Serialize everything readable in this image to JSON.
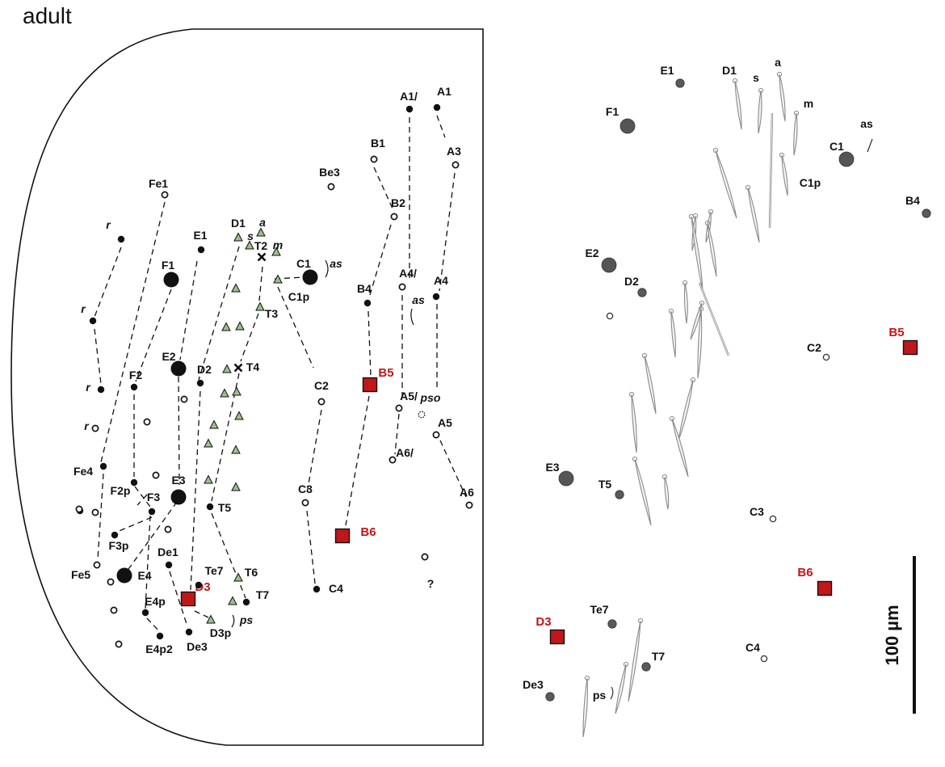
{
  "title": "adult",
  "scale_bar": {
    "label": "100 µm"
  },
  "colors": {
    "ink": "#111111",
    "marker_red": "#c0171b",
    "marker_green": "#9cc08a",
    "seta_gray": "#8a8a8a"
  },
  "left_panel": {
    "chaetae": {
      "A1": "A1",
      "A1p": "A1/",
      "A3": "A3",
      "A4": "A4",
      "A4p": "A4/",
      "A5": "A5",
      "A5p": "A5/",
      "A6": "A6",
      "A6p": "A6/",
      "B1": "B1",
      "B2": "B2",
      "B4": "B4",
      "B5": "B5",
      "B6": "B6",
      "Be3": "Be3",
      "C1": "C1",
      "C1p": "C1p",
      "C2": "C2",
      "C3": "C3",
      "C4": "C4",
      "D1": "D1",
      "D2": "D2",
      "D3": "D3",
      "D3p": "D3p",
      "De1": "De1",
      "De3": "De3",
      "E1": "E1",
      "E2": "E2",
      "E3": "E3",
      "E4": "E4",
      "E4p": "E4p",
      "E4p2": "E4p2",
      "F1": "F1",
      "F2": "F2",
      "F2p": "F2p",
      "F3": "F3",
      "F3p": "F3p",
      "Fe1": "Fe1",
      "Fe4": "Fe4",
      "Fe5": "Fe5",
      "T2": "T2",
      "T3": "T3",
      "T4": "T4",
      "T5": "T5",
      "T6": "T6",
      "T7": "T7",
      "Te7": "Te7"
    },
    "italic_labels": {
      "a": "a",
      "s": "s",
      "m": "m",
      "as1": "as",
      "as2": "as",
      "pso": "pso",
      "ps": "ps",
      "r1": "r",
      "r2": "r",
      "r3": "r",
      "r4": "r"
    },
    "unknown_mark": "?"
  },
  "right_panel": {
    "chaetae": {
      "E1": "E1",
      "D1": "D1",
      "s": "s",
      "a": "a",
      "m": "m",
      "F1": "F1",
      "as": "as",
      "C1": "C1",
      "C1p": "C1p",
      "B4": "B4",
      "E2": "E2",
      "D2": "D2",
      "B5": "B5",
      "C2": "C2",
      "E3": "E3",
      "T5": "T5",
      "C3": "C3",
      "B6": "B6",
      "Te7": "Te7",
      "D3": "D3",
      "T7": "T7",
      "C4": "C4",
      "De3": "De3",
      "ps": "ps"
    }
  }
}
